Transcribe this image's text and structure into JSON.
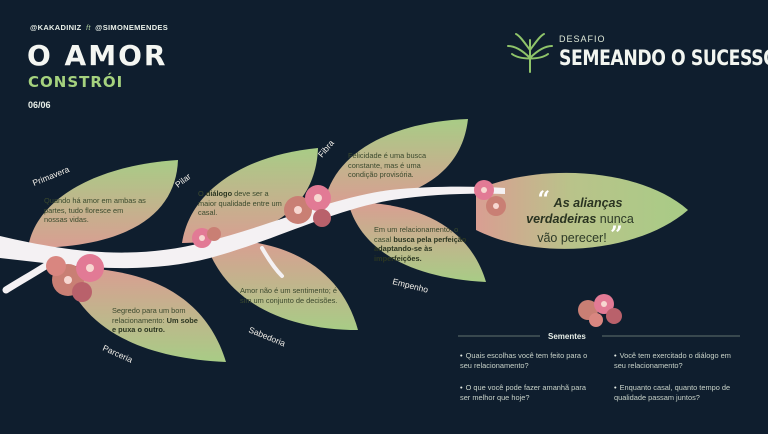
{
  "header": {
    "handle_left": "@KAKADINIZ",
    "handle_sep": "ft",
    "handle_right": "@SIMONEMENDES",
    "title_line1": "O AMOR",
    "title_line2": "CONSTRÓI",
    "date": "06/06"
  },
  "brand": {
    "small": "DESAFIO",
    "big": "SEMEANDO O SUCESSO",
    "logo_icon": "sprout-icon"
  },
  "leaves": [
    {
      "label": "Primavera",
      "text": "Quando há amor em ambas as partes, tudo floresce em nossas vidas."
    },
    {
      "label": "Pilar",
      "text_pre": "O ",
      "text_bold": "diálogo",
      "text_post": " deve ser a maior qualidade entre um casal."
    },
    {
      "label": "Fibra",
      "text": "Felicidade é uma busca constante, mas é uma condição provisória."
    },
    {
      "label": "Empenho",
      "text_pre": "Em um relacionamento, o casal ",
      "text_bold": "busca pela perfeição adaptando-se às imperfeições."
    },
    {
      "label": "Sabedoria",
      "text": "Amor não é um sentimento; é sim um conjunto de decisões."
    },
    {
      "label": "Parceria",
      "text_pre": "Segredo para um bom relacionamento: ",
      "text_bold": "Um sobe e puxa o outro."
    }
  ],
  "quote": {
    "open_mark": "“",
    "close_mark": "”",
    "highlight": "As alianças verdadeiras",
    "rest": " nunca vão perecer!"
  },
  "sementes": {
    "title": "Sementes",
    "questions": [
      "Quais escolhas você tem feito para o seu relacionamento?",
      "Você tem exercitado o diálogo em seu relacionamento?",
      "O que você pode fazer amanhã para ser melhor que hoje?",
      "Enquanto casal, quanto tempo de qualidade passam juntos?"
    ]
  },
  "colors": {
    "background": "#0f1e2e",
    "leaf_green": "#9dc47d",
    "leaf_pink": "#d79a8e",
    "accent_green": "#a5d27e",
    "flower": "#e27a95"
  }
}
